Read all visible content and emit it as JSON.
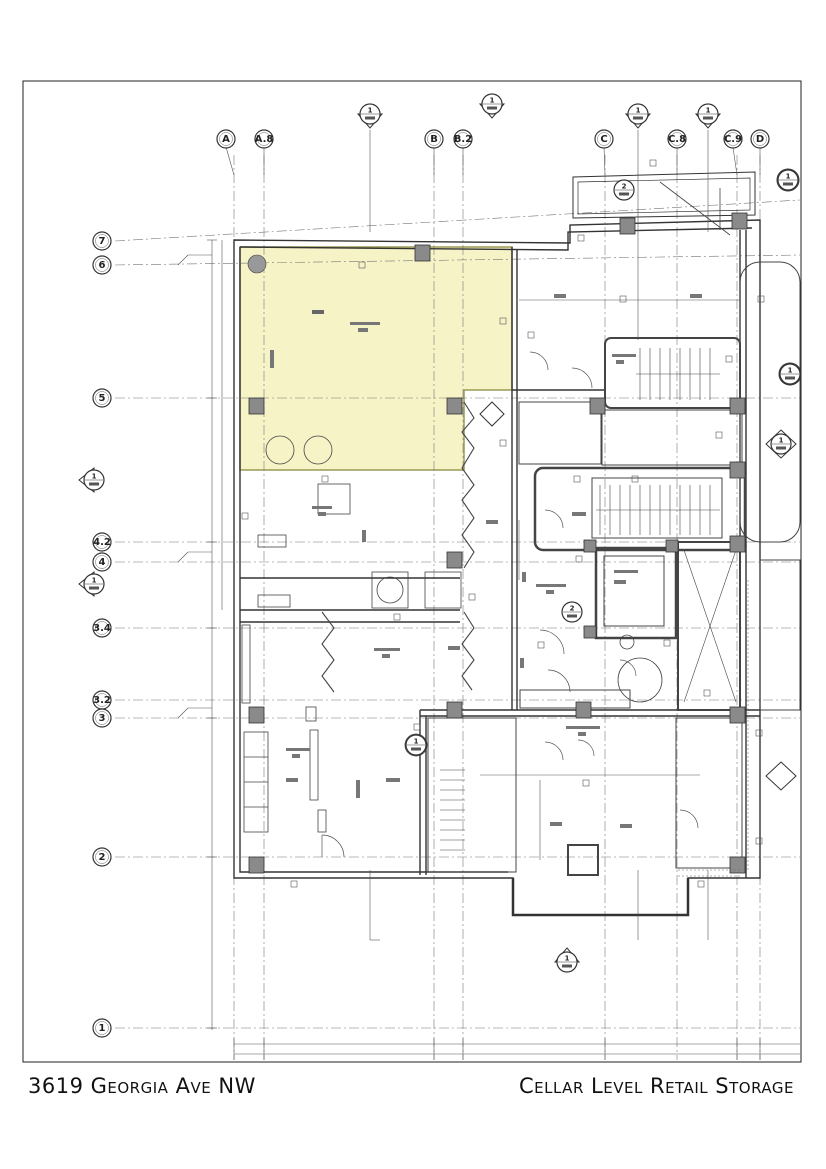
{
  "sheet": {
    "address": "3619 Georgia Ave NW",
    "title": "Cellar Level Retail Storage"
  },
  "grid_columns": [
    "A",
    "A.8",
    "B",
    "B.2",
    "C",
    "C.8",
    "C.9",
    "D"
  ],
  "grid_rows": [
    "7",
    "6",
    "5",
    "4.2",
    "4",
    "3.4",
    "3.2",
    "3",
    "2",
    "1"
  ],
  "section_markers": [
    "1",
    "1",
    "1",
    "1",
    "2",
    "1",
    "1",
    "1",
    "2",
    "1",
    "1",
    "1",
    "1"
  ],
  "colors": {
    "highlight": "#f6f4c7",
    "highlight_edge": "#9a9a55",
    "ink": "#444444",
    "column_fill": "#8a8a8a"
  }
}
